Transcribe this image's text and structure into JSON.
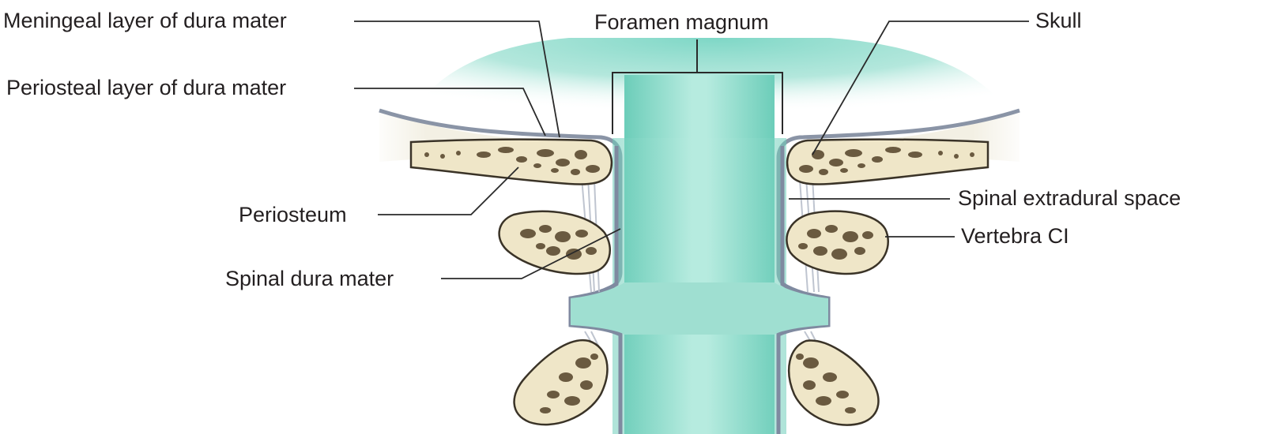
{
  "labels": {
    "meningeal": "Meningeal layer of dura mater",
    "periosteal": "Periosteal layer of dura mater",
    "periosteum": "Periosteum",
    "spinal_dura": "Spinal dura mater",
    "foramen": "Foramen magnum",
    "skull": "Skull",
    "extradural": "Spinal extradural space",
    "vertebra": "Vertebra CI"
  },
  "colors": {
    "csf_teal": "#7fd6c5",
    "bone_fill": "#efe6c8",
    "bone_outline": "#3a3327",
    "dura": "#8a94a6",
    "leader": "#2a2a2a"
  }
}
